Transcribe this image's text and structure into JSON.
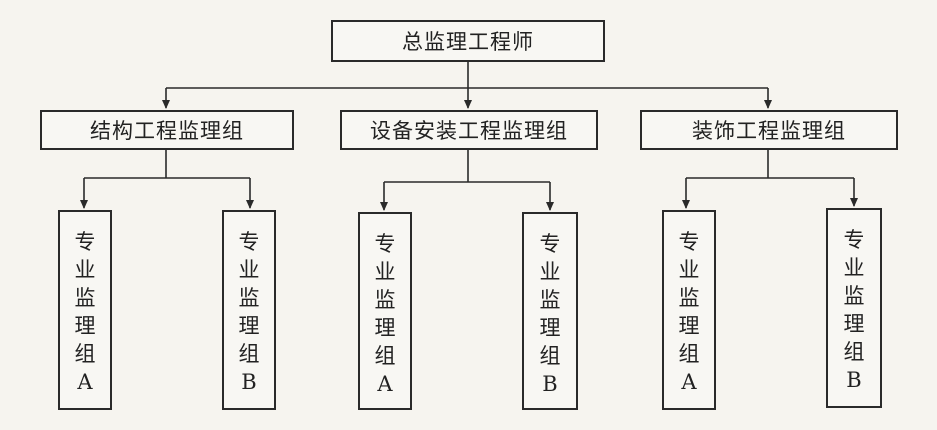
{
  "org_chart": {
    "root": {
      "label": "总监理工程师"
    },
    "groups": [
      {
        "label": "结构工程监理组",
        "subgroups": [
          {
            "chars": [
              "专",
              "业",
              "监",
              "理",
              "组",
              "A"
            ]
          },
          {
            "chars": [
              "专",
              "业",
              "监",
              "理",
              "组",
              "B"
            ]
          }
        ]
      },
      {
        "label": "设备安装工程监理组",
        "subgroups": [
          {
            "chars": [
              "专",
              "业",
              "监",
              "理",
              "组",
              "A"
            ]
          },
          {
            "chars": [
              "专",
              "业",
              "监",
              "理",
              "组",
              "B"
            ]
          }
        ]
      },
      {
        "label": "装饰工程监理组",
        "subgroups": [
          {
            "chars": [
              "专",
              "业",
              "监",
              "理",
              "组",
              "A"
            ]
          },
          {
            "chars": [
              "专",
              "业",
              "监",
              "理",
              "组",
              "B"
            ]
          }
        ]
      }
    ]
  }
}
